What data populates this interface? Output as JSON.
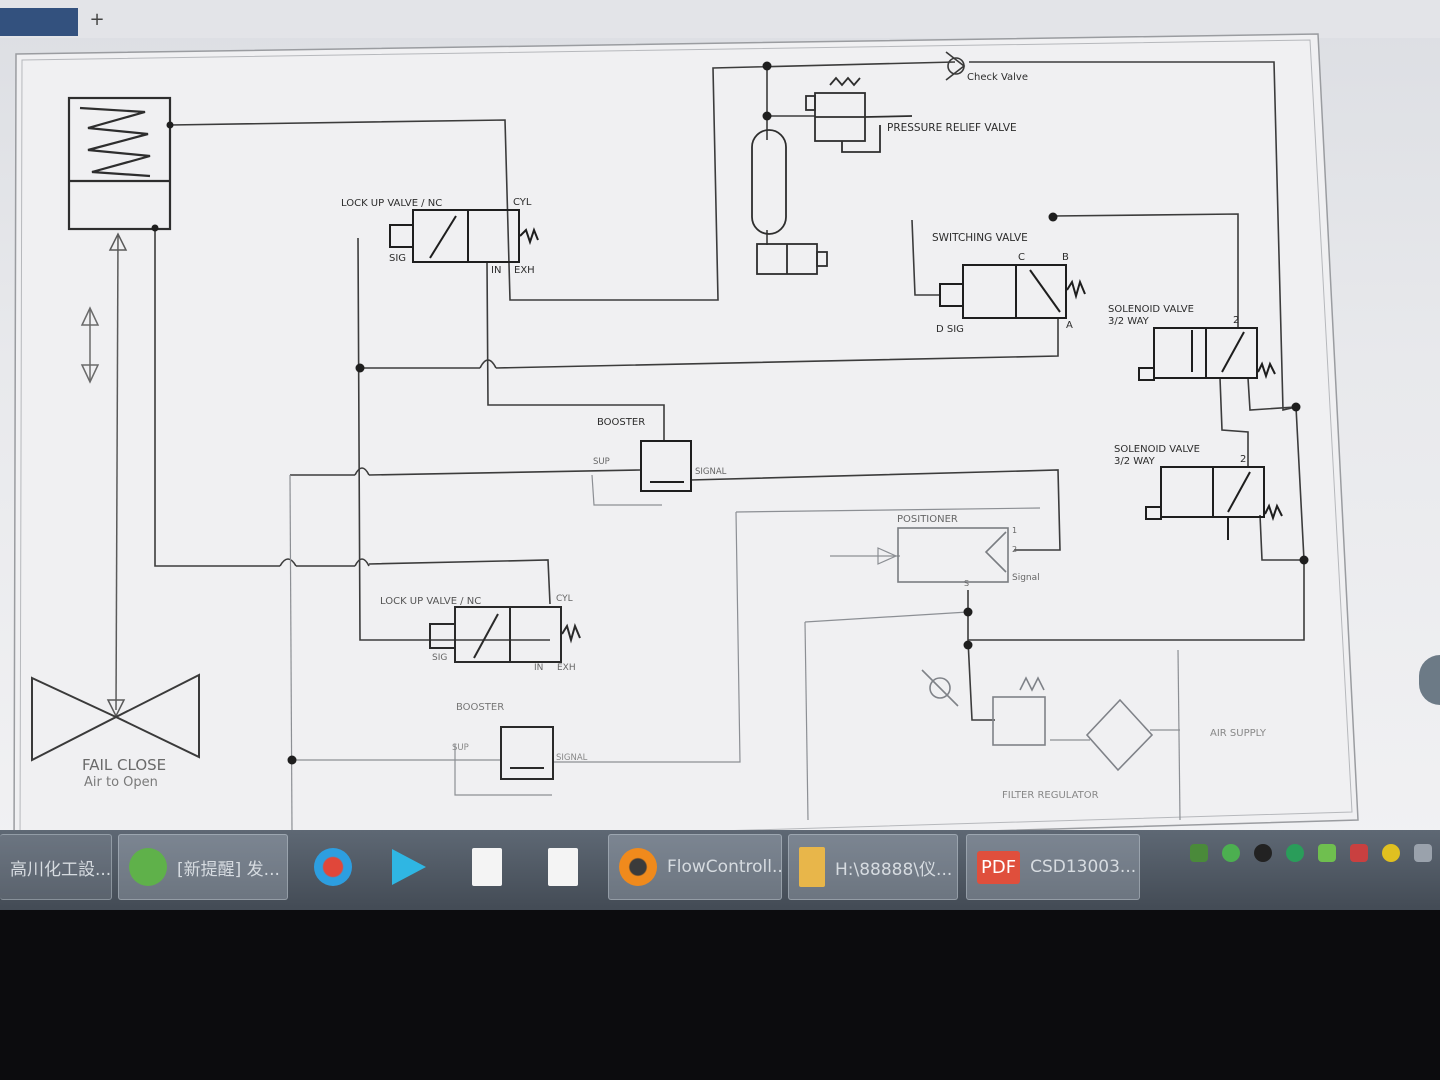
{
  "topbar": {
    "new_tab_symbol": "+"
  },
  "diagram": {
    "actuator_label_1": "FAIL CLOSE",
    "actuator_label_2": "Air to Open",
    "check_valve": "Check Valve",
    "pressure_relief_valve": "PRESSURE RELIEF VALVE",
    "lock_up_valve_1": "LOCK UP VALVE / NC",
    "lock_up_valve_2": "LOCK UP VALVE / NC",
    "switching_valve": "SWITCHING VALVE",
    "solenoid_valve_1": "SOLENOID VALVE",
    "solenoid_valve_1_type": "3/2 WAY",
    "solenoid_valve_2": "SOLENOID VALVE",
    "solenoid_valve_2_type": "3/2 WAY",
    "booster_1": "BOOSTER",
    "booster_2": "BOOSTER",
    "positioner": "POSITIONER",
    "filter_regulator": "FILTER REGULATOR",
    "air_supply": "AIR SUPPLY",
    "port_cyl": "CYL",
    "port_sig": "SIG",
    "port_in": "IN",
    "port_exh": "EXH",
    "port_sup": "SUP",
    "port_signal": "SIGNAL",
    "port_signal_lower": "Signal",
    "port_d_sig": "D SIG",
    "port_a": "A",
    "port_b": "B",
    "port_c": "C",
    "port_1": "1",
    "port_2": "2",
    "port_3": "3",
    "port_s": "S"
  },
  "taskbar": {
    "items": [
      {
        "label": "高川化工設..."
      },
      {
        "label": "[新提醒] 发..."
      },
      {
        "label": "FlowControll..."
      },
      {
        "label": "H:\\88888\\仪..."
      },
      {
        "label": "CSD13003..."
      }
    ],
    "pdf_badge": "PDF"
  },
  "colors": {
    "screen_bg": "#e8e9ec",
    "line": "#3a3a3a",
    "faint_line": "#8a8d92",
    "taskbar": "#4f5863",
    "tab_blue": "#33517e"
  }
}
